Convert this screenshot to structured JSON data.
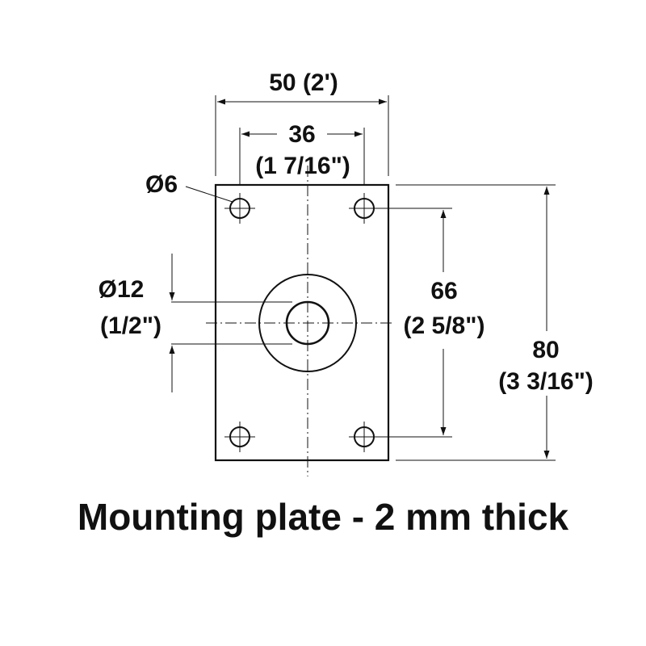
{
  "colors": {
    "line": "#111111",
    "background": "#ffffff"
  },
  "dimensions": {
    "overall_width": "50 (2')",
    "hole_spacing_mm": "36",
    "hole_spacing_in": "(1 7/16\")",
    "small_hole": "Ø6",
    "center_hole_mm": "Ø12",
    "center_hole_in": "(1/2\")",
    "vertical_spacing_mm": "66",
    "vertical_spacing_in": "(2 5/8\")",
    "overall_height_mm": "80",
    "overall_height_in": "(3 3/16\")"
  },
  "caption": "Mounting plate - 2 mm thick"
}
